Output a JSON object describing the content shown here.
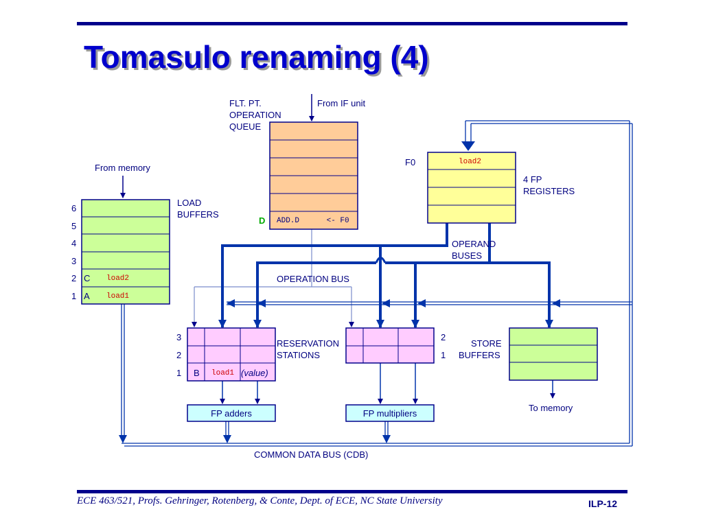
{
  "slide": {
    "title": "Tomasulo renaming (4)",
    "footer": "ECE 463/521, Profs. Gehringer, Rotenberg, & Conte, Dept. of ECE, NC State University",
    "page": "ILP-12"
  },
  "colors": {
    "dark_blue": "#00008b",
    "bus_blue": "#0033aa",
    "queue_fill": "#ffcc99",
    "register_fill": "#ffff99",
    "buffer_fill": "#ccff99",
    "station_fill": "#ffccff",
    "unit_fill": "#ccffff"
  },
  "diagram": {
    "fp_queue": {
      "title_lines": [
        "FLT. PT.",
        "OPERATION",
        "QUEUE"
      ],
      "source": "From IF unit",
      "tag": "D",
      "instruction": "ADD.D      <- F0"
    },
    "fp_registers": {
      "first_label": "F0",
      "f0_value": "load2",
      "label_lines": [
        "4 FP",
        "REGISTERS"
      ]
    },
    "load_buffers": {
      "source": "From memory",
      "label_lines": [
        "LOAD",
        "BUFFERS"
      ],
      "row_numbers": [
        "6",
        "5",
        "4",
        "3",
        "2",
        "1"
      ],
      "row2_tag": "C",
      "row2_value": "load2",
      "row1_tag": "A",
      "row1_value": "load1"
    },
    "operand_buses": [
      "OPERAND",
      "BUSES"
    ],
    "operation_bus": "OPERATION BUS",
    "reservation_stations": {
      "label_lines": [
        "RESERVATION",
        "STATIONS"
      ],
      "adder_rows": [
        "3",
        "2",
        "1"
      ],
      "entry_tag": "B",
      "entry_src1": "load1",
      "entry_src2": "(value)",
      "mult_rows": [
        "2",
        "1"
      ]
    },
    "store_buffers": {
      "label_lines": [
        "STORE",
        "BUFFERS"
      ],
      "destination": "To memory"
    },
    "fp_adders": "FP adders",
    "fp_multipliers": "FP multipliers",
    "cdb": "COMMON DATA BUS (CDB)"
  }
}
